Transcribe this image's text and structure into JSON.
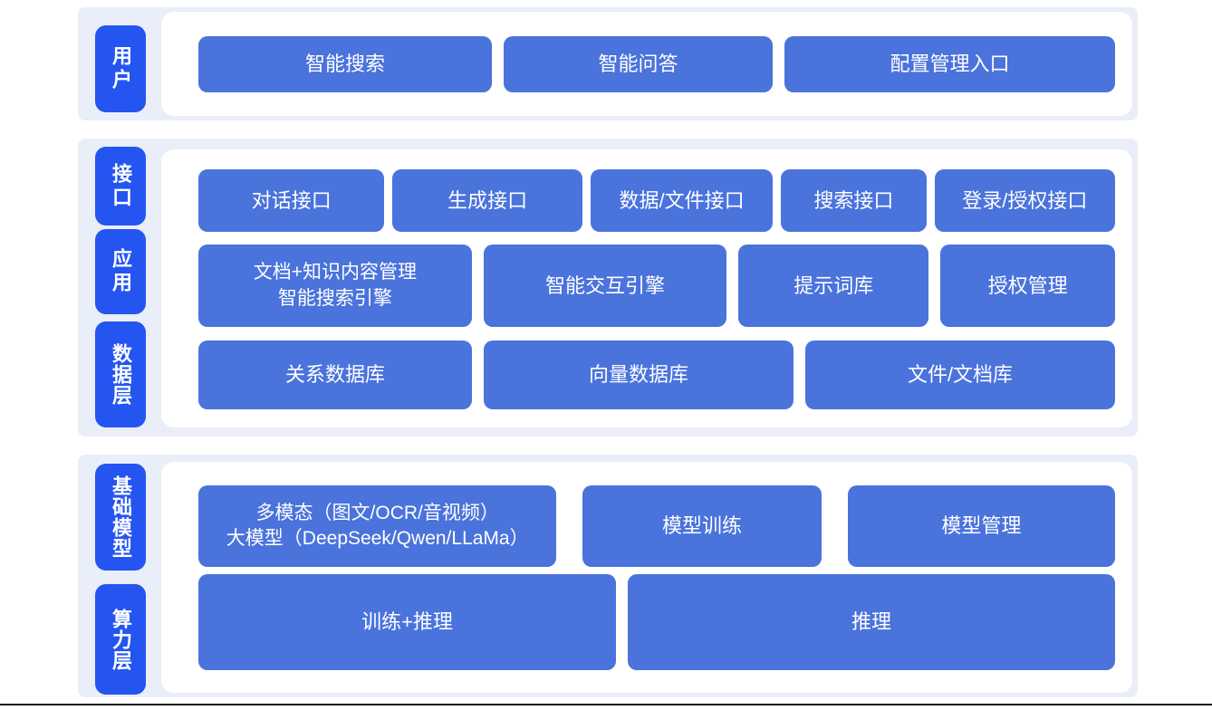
{
  "colors": {
    "label_blue": "#2555F0",
    "node_blue": "#4A73DC",
    "band_bg": "#E9EEF8",
    "panel_bg": "#FFFFFF",
    "text": "#FFFFFF",
    "bottom_line": "#141414"
  },
  "sections": [
    {
      "labels": [
        "用户"
      ],
      "rows": [
        [
          "智能搜索",
          "智能问答",
          "配置管理入口"
        ]
      ]
    },
    {
      "labels": [
        "接口",
        "应用",
        "数据层"
      ],
      "rows": [
        [
          "对话接口",
          "生成接口",
          "数据/文件接口",
          "搜索接口",
          "登录/授权接口"
        ],
        [
          "文档+知识内容管理\n智能搜索引擎",
          "智能交互引擎",
          "提示词库",
          "授权管理"
        ],
        [
          "关系数据库",
          "向量数据库",
          "文件/文档库"
        ]
      ]
    },
    {
      "labels": [
        "基础模型",
        "算力层"
      ],
      "rows": [
        [
          "多模态（图文/OCR/音视频）\n大模型（DeepSeek/Qwen/LLaMa）",
          "模型训练",
          "模型管理"
        ],
        [
          "训练+推理",
          "推理"
        ]
      ]
    }
  ]
}
